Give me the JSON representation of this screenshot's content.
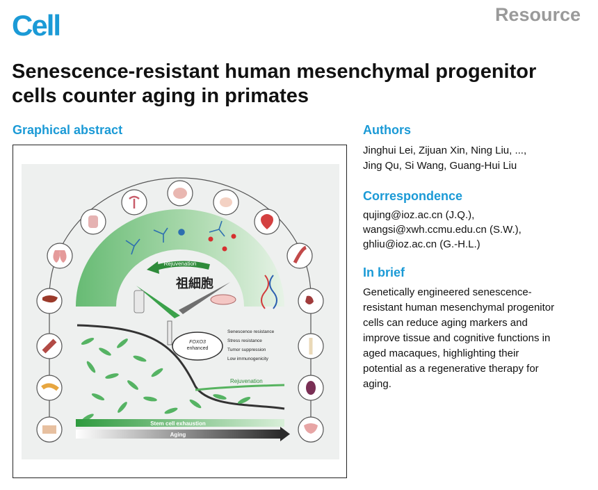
{
  "header": {
    "journal": "Cell",
    "article_type": "Resource"
  },
  "title": "Senescence-resistant human mesenchymal progenitor cells counter aging in primates",
  "graphical_abstract": {
    "heading": "Graphical abstract",
    "figure": {
      "arrow_label": "Rejuvenation",
      "chinese_text": "祖細胞",
      "cell_label_line1": "FOXO3",
      "cell_label_line2": "enhanced",
      "properties": [
        "Senescence resistance",
        "Stress resistance",
        "Tumor suppression",
        "Low immunogenicity"
      ],
      "curve_label": "Rejuvenation",
      "bar_top_label": "Stem cell exhaustion",
      "bar_bottom_label": "Aging",
      "colors": {
        "green": "#3aa14a",
        "light_green": "#cfe9cf",
        "dark": "#2f2f2f"
      }
    }
  },
  "authors": {
    "heading": "Authors",
    "lines": [
      "Jinghui Lei, Zijuan Xin, Ning Liu, ...,",
      "Jing Qu, Si Wang, Guang-Hui Liu"
    ]
  },
  "correspondence": {
    "heading": "Correspondence",
    "lines": [
      "qujing@ioz.ac.cn (J.Q.),",
      "wangsi@xwh.ccmu.edu.cn (S.W.),",
      "ghliu@ioz.ac.cn (G.-H.L.)"
    ]
  },
  "in_brief": {
    "heading": "In brief",
    "lines": [
      "Genetically engineered senescence-",
      "resistant human mesenchymal progenitor",
      "cells can reduce aging markers and",
      "improve tissue and cognitive functions in",
      "aged macaques, highlighting their",
      "potential as a regenerative therapy for",
      "aging."
    ]
  }
}
